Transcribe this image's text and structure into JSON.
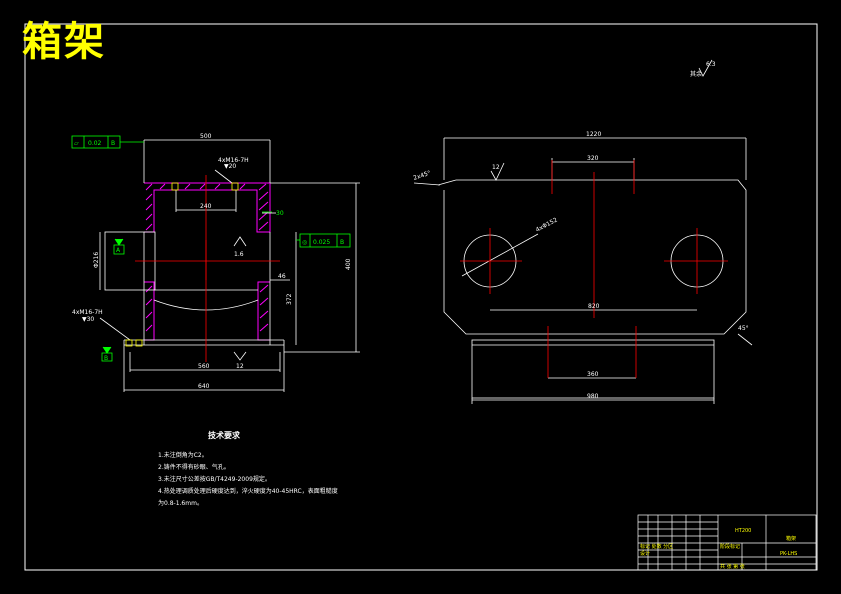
{
  "title": "箱架",
  "roughness": {
    "main_symbol": "6.3"
  },
  "left_view": {
    "dims": {
      "top_width": "500",
      "inner_top": "240",
      "height_total": "400",
      "height_lower": "372",
      "bottom_inner": "560",
      "bottom_outer": "640",
      "wall": "30",
      "step": "46",
      "bore": "Φ216"
    },
    "holes_top": "4xM16-7H",
    "holes_top_depth": "▼20",
    "holes_side": "4xM16-7H",
    "holes_side_depth": "▼30",
    "tolerance_flat": {
      "symbol": "▱",
      "value": "0.02",
      "datum": "B"
    },
    "tolerance_coax": {
      "symbol": "◎",
      "value": "0.025",
      "datum": "B"
    },
    "datum_a": "A",
    "datum_b": "B",
    "roughness_1": "1.6",
    "roughness_2": "12"
  },
  "right_view": {
    "dims": {
      "top_width": "1220",
      "slot": "320",
      "centers": "820",
      "bottom_inner": "360",
      "bottom_outer": "980",
      "holes": "4xΦ152",
      "chamfer_left": "2x45°",
      "chamfer_right": "45°",
      "roughness": "12"
    }
  },
  "notes": {
    "title": "技术要求",
    "lines": [
      "1.未注倒角为C2。",
      "2.铸件不得有砂眼、气孔。",
      "3.未注尺寸公差按GB/T4249-2009规定。",
      "4.热处理调质处理后硬度达到，淬火硬度为40-45HRC，表面粗糙度",
      "为0.8-1.6mm。"
    ]
  },
  "titleblock": {
    "material": "HT200",
    "name": "箱架",
    "code": "PK-LHS"
  }
}
